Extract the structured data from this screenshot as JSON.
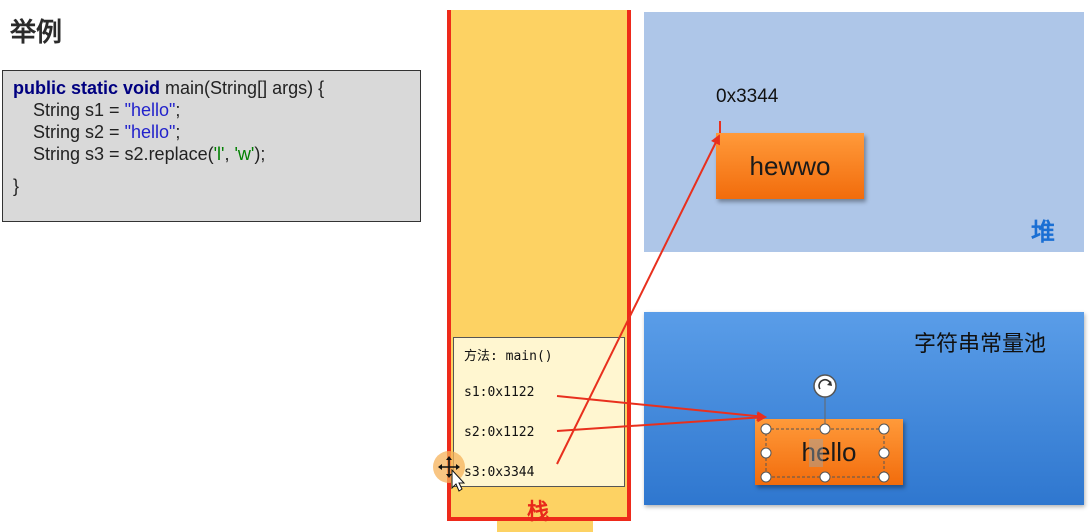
{
  "title": "举例",
  "code": {
    "kw1": "public static void",
    "sig": " main(String[] args) {",
    "l2a": "    String s1 = ",
    "l2b": "\"hello\"",
    "l2c": ";",
    "l3a": "    String s2 = ",
    "l3b": "\"hello\"",
    "l3c": ";",
    "l4a": "    String s3 = s2.replace(",
    "l4b": "'l'",
    "l4c": ", ",
    "l4d": "'w'",
    "l4e": ");",
    "close": "}"
  },
  "stack": {
    "label": "栈",
    "frame_title": "方法: main()",
    "vars": [
      "s1:0x1122",
      "s2:0x1122",
      "s3:0x3344"
    ]
  },
  "heap": {
    "label": "堆",
    "address": "0x3344",
    "object_value": "hewwo"
  },
  "pool": {
    "label": "字符串常量池",
    "object_value": "hello"
  },
  "colors": {
    "arrow": "#e8301e",
    "stack_border": "#ee2a1a",
    "stack_fill": "#fdd263",
    "heap_fill": "#aec6e8",
    "pool_fill": "#3d86da",
    "object_fill": "#f57d1f"
  }
}
